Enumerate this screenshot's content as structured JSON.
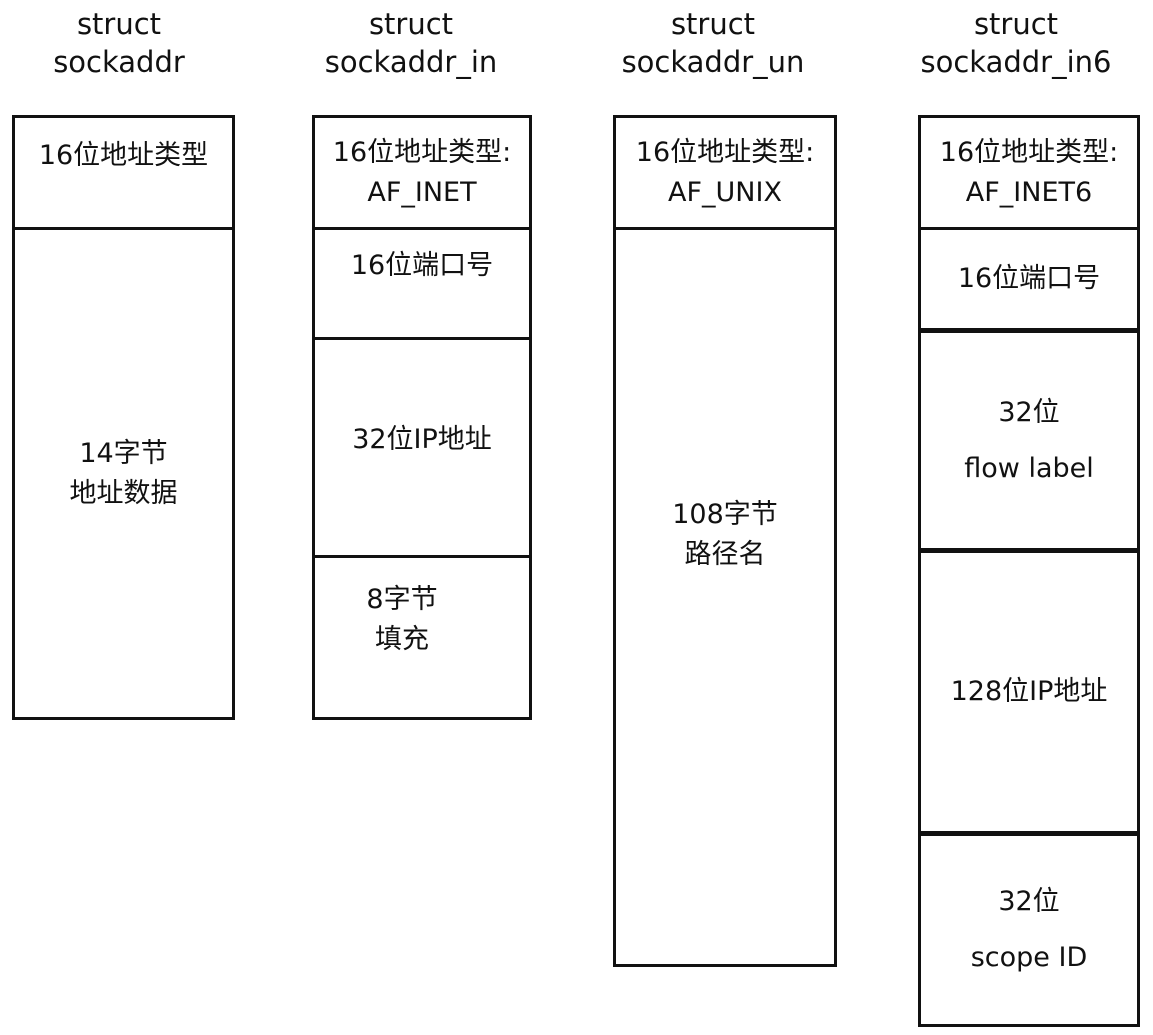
{
  "structs": [
    {
      "title": [
        "struct",
        "sockaddr"
      ],
      "fields": [
        [
          "16位地址类型"
        ],
        [
          "14字节",
          "地址数据"
        ]
      ]
    },
    {
      "title": [
        "struct",
        "sockaddr_in"
      ],
      "fields": [
        [
          "16位地址类型:",
          "AF_INET"
        ],
        [
          "16位端口号"
        ],
        [
          "32位IP地址"
        ],
        [
          "8字节",
          "填充"
        ]
      ]
    },
    {
      "title": [
        "struct",
        "sockaddr_un"
      ],
      "fields": [
        [
          "16位地址类型:",
          "AF_UNIX"
        ],
        [
          "108字节",
          "路径名"
        ]
      ]
    },
    {
      "title": [
        "struct",
        "sockaddr_in6"
      ],
      "fields": [
        [
          "16位地址类型:",
          "AF_INET6"
        ],
        [
          "16位端口号"
        ],
        [
          "32位",
          "flow label"
        ],
        [
          "128位IP地址"
        ],
        [
          "32位",
          "scope ID"
        ]
      ]
    }
  ]
}
